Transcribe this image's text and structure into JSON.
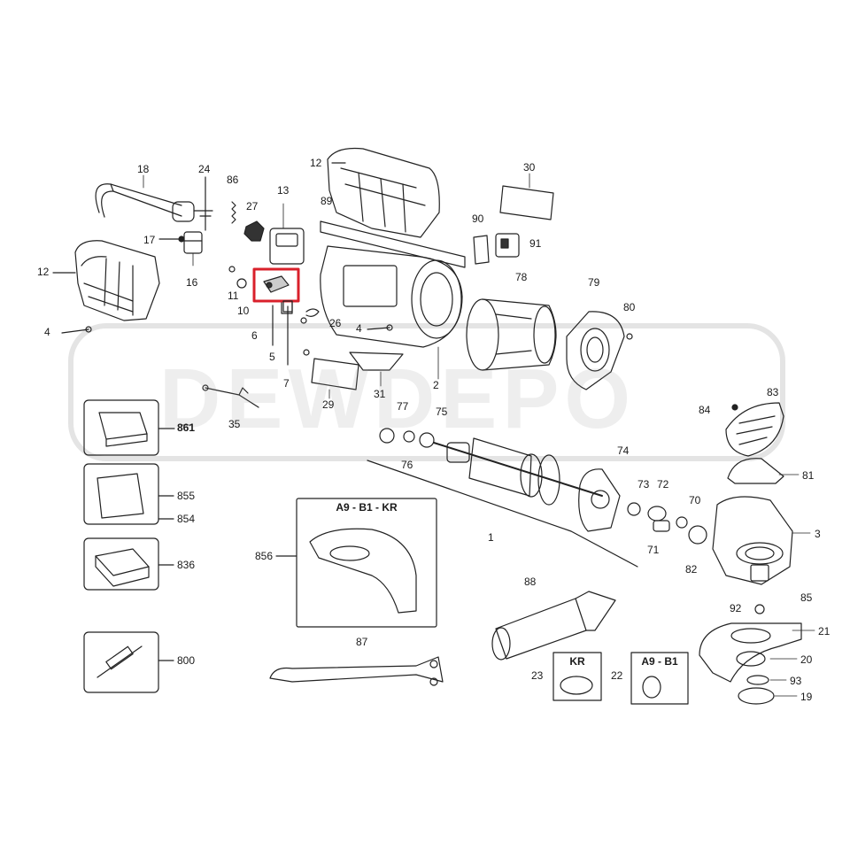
{
  "watermark": "DEWDEPO",
  "box_titles": {
    "guard_kit": "A9 - B1 - KR",
    "kr": "KR",
    "a9_b1": "A9 - B1"
  },
  "highlight_color": "#d9202b",
  "callouts": {
    "p18": "18",
    "p24": "24",
    "p86": "86",
    "p13": "13",
    "p27": "27",
    "p17": "17",
    "p12_left": "12",
    "p16": "16",
    "p11": "11",
    "p10": "10",
    "p6": "6",
    "p5": "5",
    "p7": "7",
    "p4_left": "4",
    "p4_mid": "4",
    "p12_top": "12",
    "p89": "89",
    "p26": "26",
    "p29": "29",
    "p31": "31",
    "p2": "2",
    "p35": "35",
    "p30": "30",
    "p90": "90",
    "p91": "91",
    "p78": "78",
    "p79": "79",
    "p80": "80",
    "p83": "83",
    "p84": "84",
    "p81": "81",
    "p77": "77",
    "p75": "75",
    "p76": "76",
    "p74": "74",
    "p73": "73",
    "p72": "72",
    "p70": "70",
    "p71": "71",
    "p82": "82",
    "p1": "1",
    "p3": "3",
    "p861": "861",
    "p855": "855",
    "p854": "854",
    "p836": "836",
    "p800": "800",
    "p856": "856",
    "p87": "87",
    "p88": "88",
    "p23": "23",
    "p22": "22",
    "p92": "92",
    "p85": "85",
    "p21": "21",
    "p20": "20",
    "p93": "93",
    "p19": "19"
  }
}
